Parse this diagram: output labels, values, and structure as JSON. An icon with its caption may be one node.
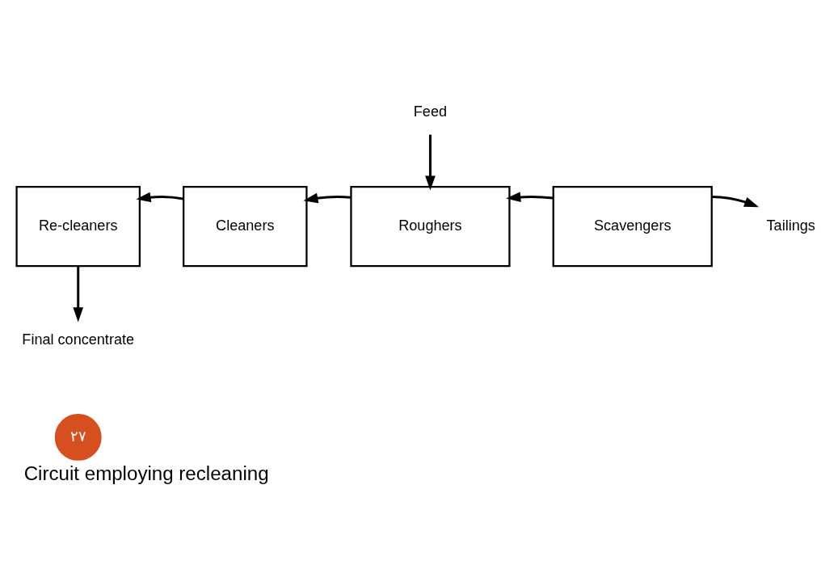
{
  "diagram": {
    "caption": "Circuit employing recleaning",
    "nodes": [
      {
        "text": [
          "Feed"
        ]
      },
      {
        "text": [
          "Re-cleaners"
        ]
      },
      {
        "text": [
          "Cleaners"
        ]
      },
      {
        "text": [
          "Roughers"
        ]
      },
      {
        "text": [
          "Scavengers"
        ]
      },
      {
        "text": [
          "Tailings"
        ]
      },
      {
        "text": [
          "Final concentrate"
        ]
      },
      {
        "text": [
          "٢٧"
        ]
      }
    ],
    "edges": [
      {
        "from": 0,
        "to": 3,
        "arrow": "to"
      },
      {
        "from": 4,
        "to": 3,
        "arrow": "to"
      },
      {
        "from": 3,
        "to": 2,
        "arrow": "to"
      },
      {
        "from": 2,
        "to": 1,
        "arrow": "to"
      },
      {
        "from": 1,
        "to": 6,
        "arrow": "to"
      },
      {
        "from": 4,
        "to": 5,
        "arrow": "to"
      }
    ]
  }
}
